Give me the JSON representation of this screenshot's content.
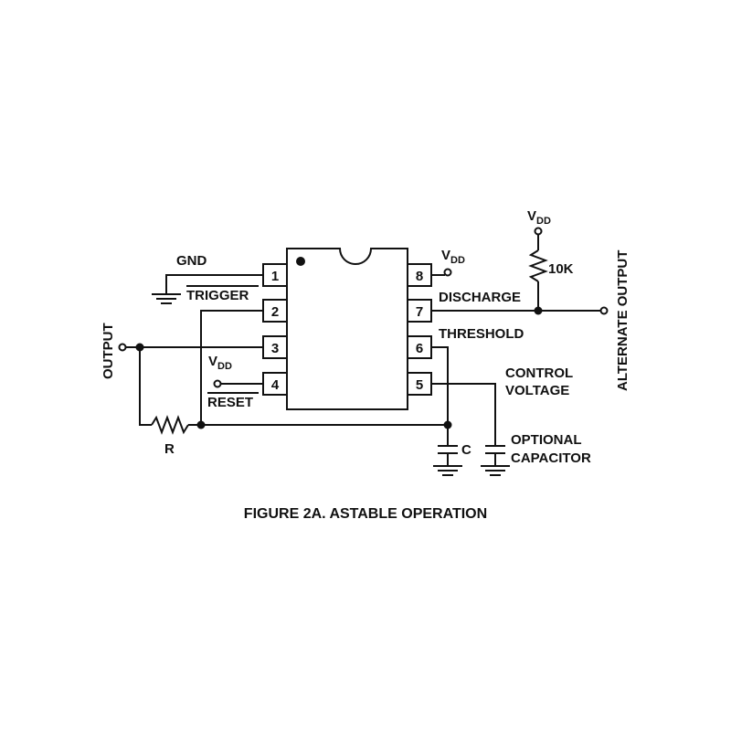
{
  "figure": {
    "caption": "FIGURE 2A.  ASTABLE OPERATION"
  },
  "chip": {
    "pins": {
      "p1": "1",
      "p2": "2",
      "p3": "3",
      "p4": "4",
      "p5": "5",
      "p6": "6",
      "p7": "7",
      "p8": "8"
    },
    "left_labels": {
      "gnd": "GND",
      "trigger": "TRIGGER",
      "vdd_main": "V",
      "vdd_sub": "DD",
      "reset": "RESET"
    },
    "right_labels": {
      "vdd_main": "V",
      "vdd_sub": "DD",
      "discharge": "DISCHARGE",
      "threshold": "THRESHOLD"
    }
  },
  "external": {
    "output": "OUTPUT",
    "alternate_output": "ALTERNATE OUTPUT",
    "r_label": "R",
    "c_label": "C",
    "pullup_value": "10K",
    "top_vdd_main": "V",
    "top_vdd_sub": "DD",
    "control_voltage_line1": "CONTROL",
    "control_voltage_line2": "VOLTAGE",
    "optional_line1": "OPTIONAL",
    "optional_line2": "CAPACITOR"
  },
  "colors": {
    "ink": "#111111",
    "background": "#ffffff"
  }
}
